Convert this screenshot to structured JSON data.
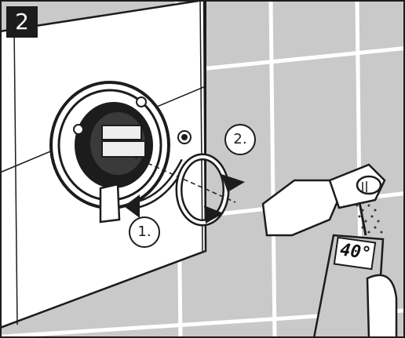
{
  "step_badge": "2",
  "steps": {
    "one": "1.",
    "two": "2."
  },
  "thermometer": {
    "reading": "40°"
  },
  "colors": {
    "tile": "#c9c9c9",
    "grout": "#ffffff",
    "panel": "#ffffff",
    "ink": "#1c1c1c",
    "badge_bg": "#1c1c1c"
  },
  "icons": {
    "rotation_arrow": "counterclockwise-arrow",
    "curved_arrow": "turn-arrow"
  }
}
